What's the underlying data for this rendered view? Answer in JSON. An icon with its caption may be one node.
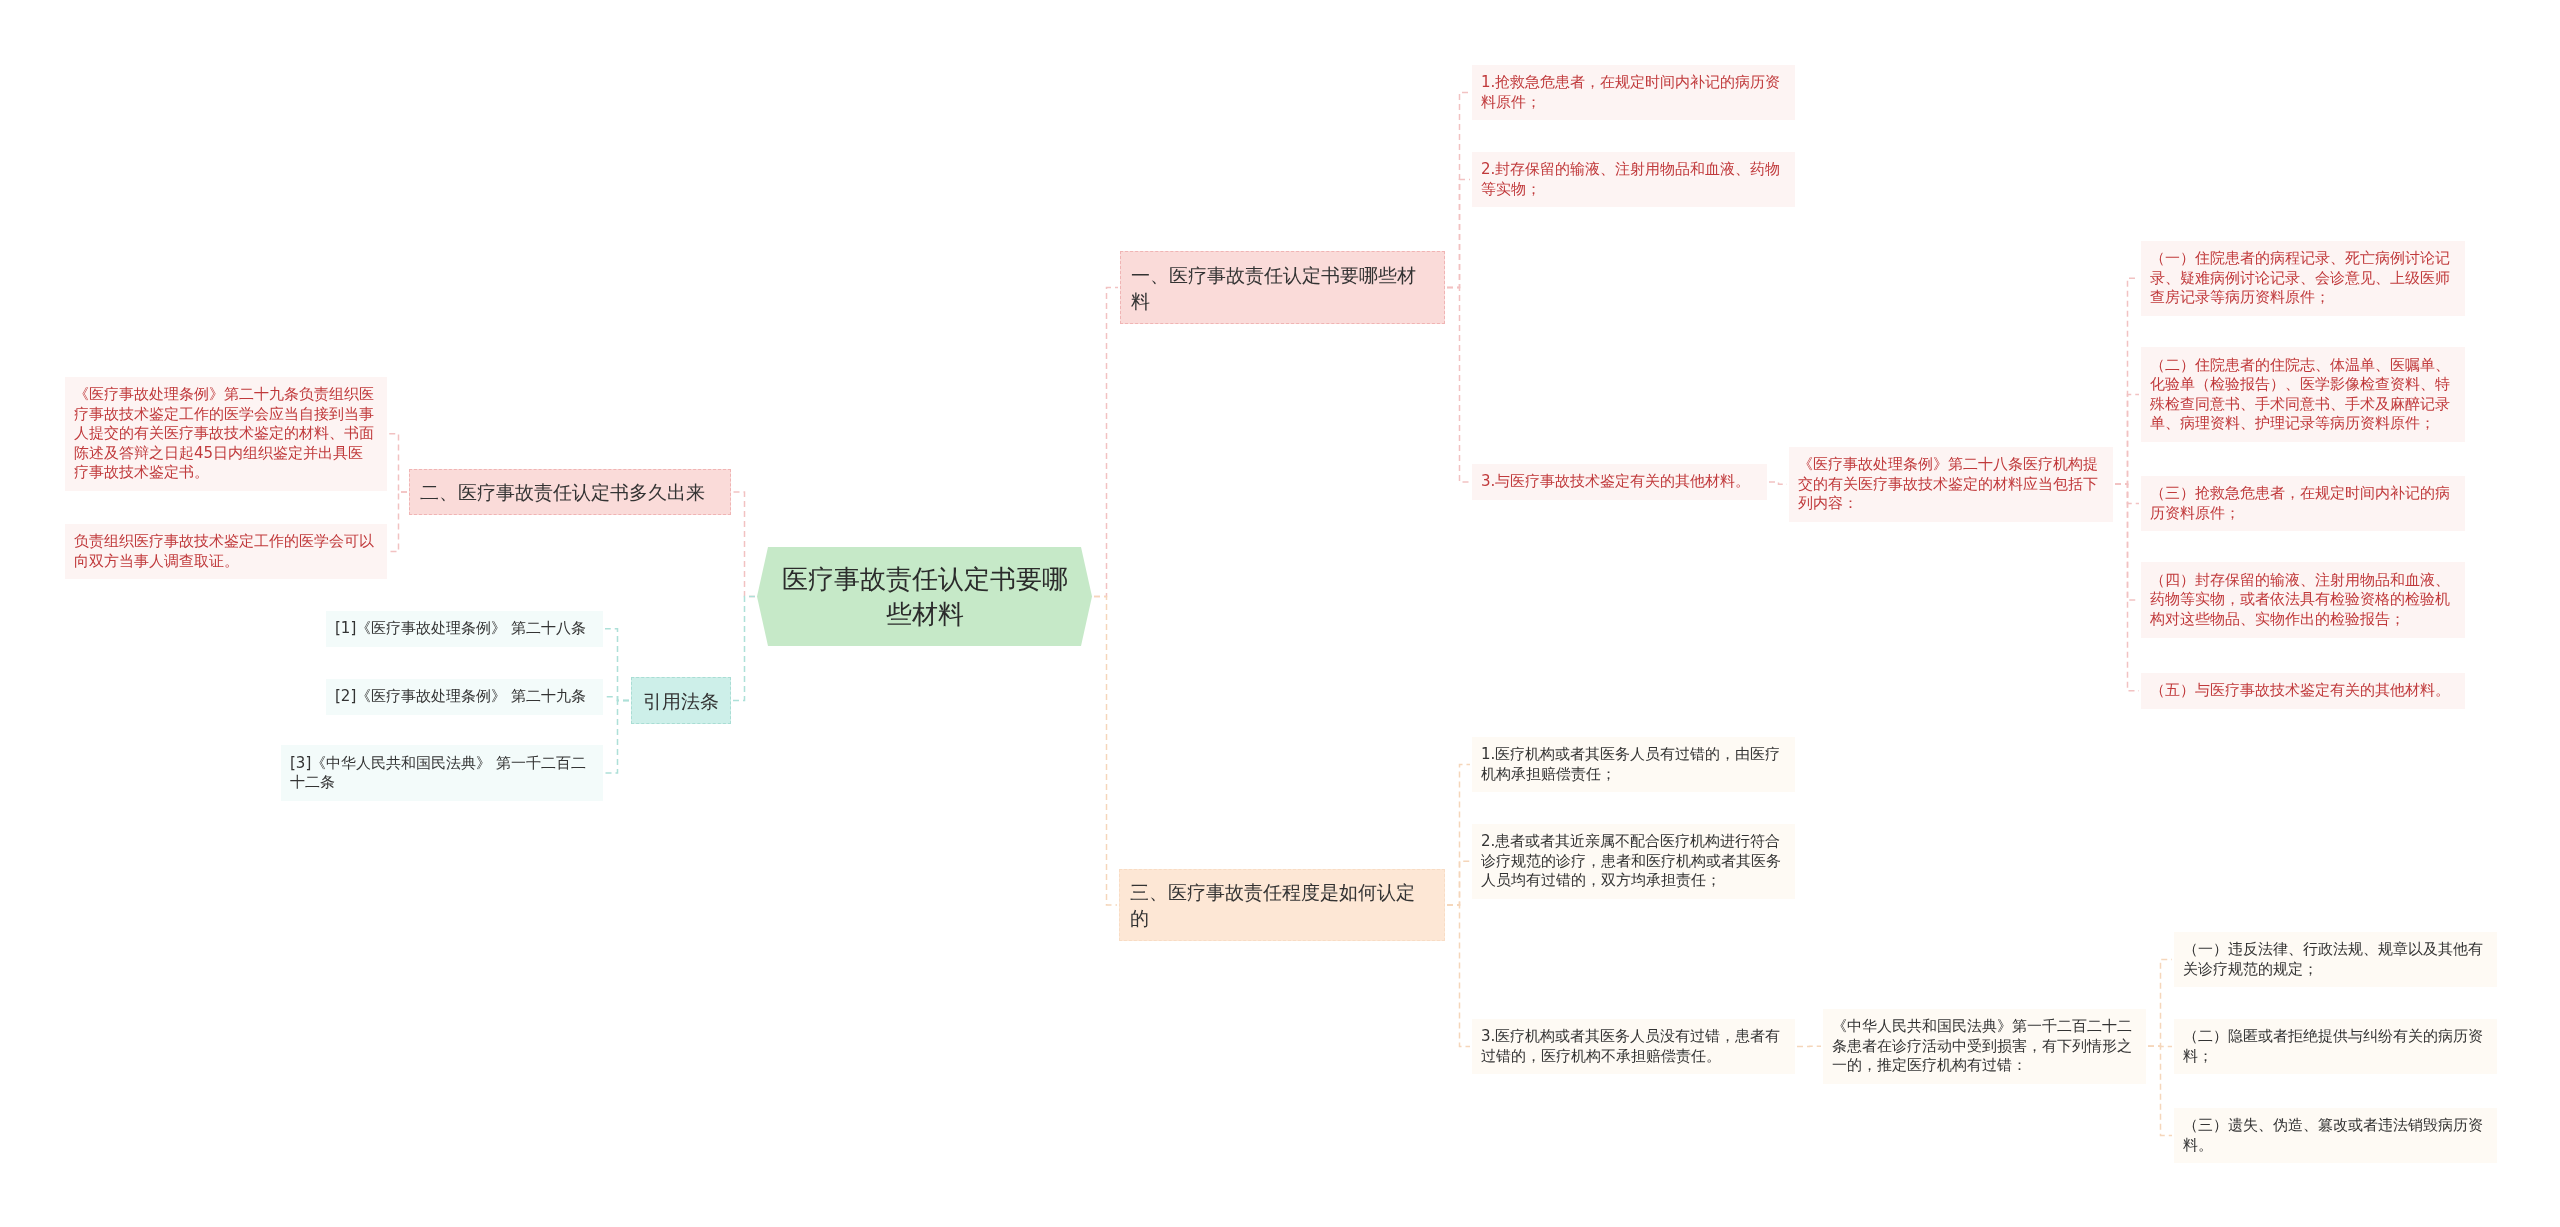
{
  "diagram": {
    "nodes": [
      {
        "text": [
          "医疗事故责任认定书要哪些材料"
        ]
      },
      {
        "text": [
          "一、医疗事故责任认定书要哪些材料"
        ]
      },
      {
        "text": [
          "1.抢救急危患者，在规定时间内补记的病历资料原件；"
        ]
      },
      {
        "text": [
          "2.封存保留的输液、注射用物品和血液、药物等实物；"
        ]
      },
      {
        "text": [
          "3.与医疗事故技术鉴定有关的其他材料。"
        ]
      },
      {
        "text": [
          "《医疗事故处理条例》第二十八条医疗机构提交的有关医疗事故技术鉴定的材料应当包括下列内容："
        ]
      },
      {
        "text": [
          "（一）住院患者的病程记录、死亡病例讨论记录、疑难病例讨论记录、会诊意见、上级医师查房记录等病历资料原件；"
        ]
      },
      {
        "text": [
          "（二）住院患者的住院志、体温单、医嘱单、化验单（检验报告）、医学影像检查资料、特殊检查同意书、手术同意书、手术及麻醉记录单、病理资料、护理记录等病历资料原件；"
        ]
      },
      {
        "text": [
          "（三）抢救急危患者，在规定时间内补记的病历资料原件；"
        ]
      },
      {
        "text": [
          "（四）封存保留的输液、注射用物品和血液、药物等实物，或者依法具有检验资格的检验机构对这些物品、实物作出的检验报告；"
        ]
      },
      {
        "text": [
          "（五）与医疗事故技术鉴定有关的其他材料。"
        ]
      },
      {
        "text": [
          "三、医疗事故责任程度是如何认定的"
        ]
      },
      {
        "text": [
          "1.医疗机构或者其医务人员有过错的，由医疗机构承担赔偿责任；"
        ]
      },
      {
        "text": [
          "2.患者或者其近亲属不配合医疗机构进行符合诊疗规范的诊疗，患者和医疗机构或者其医务人员均有过错的，双方均承担责任；"
        ]
      },
      {
        "text": [
          "3.医疗机构或者其医务人员没有过错，患者有过错的，医疗机构不承担赔偿责任。"
        ]
      },
      {
        "text": [
          "《中华人民共和国民法典》第一千二百二十二条患者在诊疗活动中受到损害，有下列情形之一的，推定医疗机构有过错："
        ]
      },
      {
        "text": [
          "（一）违反法律、行政法规、规章以及其他有关诊疗规范的规定；"
        ]
      },
      {
        "text": [
          "（二）隐匿或者拒绝提供与纠纷有关的病历资料；"
        ]
      },
      {
        "text": [
          "（三）遗失、伪造、篡改或者违法销毁病历资料。"
        ]
      },
      {
        "text": [
          "二、医疗事故责任认定书多久出来"
        ]
      },
      {
        "text": [
          "《医疗事故处理条例》第二十九条负责组织医疗事故技术鉴定工作的医学会应当自接到当事人提交的有关医疗事故技术鉴定的材料、书面陈述及答辩之日起45日内组织鉴定并出具医疗事故技术鉴定书。"
        ]
      },
      {
        "text": [
          "负责组织医疗事故技术鉴定工作的医学会可以向双方当事人调查取证。"
        ]
      },
      {
        "text": [
          "引用法条"
        ]
      },
      {
        "text": [
          "[1]《医疗事故处理条例》 第二十八条"
        ]
      },
      {
        "text": [
          "[2]《医疗事故处理条例》 第二十九条"
        ]
      },
      {
        "text": [
          "[3]《中华人民共和国民法典》 第一千二百二十二条"
        ]
      }
    ],
    "edges": [
      {
        "from": 0,
        "to": 1,
        "arrow": "none"
      },
      {
        "from": 1,
        "to": 2,
        "arrow": "none"
      },
      {
        "from": 1,
        "to": 3,
        "arrow": "none"
      },
      {
        "from": 1,
        "to": 4,
        "arrow": "none"
      },
      {
        "from": 4,
        "to": 5,
        "arrow": "none"
      },
      {
        "from": 5,
        "to": 6,
        "arrow": "none"
      },
      {
        "from": 5,
        "to": 7,
        "arrow": "none"
      },
      {
        "from": 5,
        "to": 8,
        "arrow": "none"
      },
      {
        "from": 5,
        "to": 9,
        "arrow": "none"
      },
      {
        "from": 5,
        "to": 10,
        "arrow": "none"
      },
      {
        "from": 0,
        "to": 11,
        "arrow": "none",
        "color": "#f5d6ba"
      },
      {
        "from": 11,
        "to": 12,
        "arrow": "none",
        "color": "#f5d6ba"
      },
      {
        "from": 11,
        "to": 13,
        "arrow": "none",
        "color": "#f5d6ba"
      },
      {
        "from": 11,
        "to": 14,
        "arrow": "none",
        "color": "#f5d6ba"
      },
      {
        "from": 14,
        "to": 15,
        "arrow": "none",
        "color": "#f5d6ba"
      },
      {
        "from": 15,
        "to": 16,
        "arrow": "none",
        "color": "#f5d6ba"
      },
      {
        "from": 15,
        "to": 17,
        "arrow": "none",
        "color": "#f5d6ba"
      },
      {
        "from": 15,
        "to": 18,
        "arrow": "none",
        "color": "#f5d6ba"
      },
      {
        "from": 0,
        "to": 19,
        "arrow": "none"
      },
      {
        "from": 19,
        "to": 20,
        "arrow": "none"
      },
      {
        "from": 19,
        "to": 21,
        "arrow": "none"
      },
      {
        "from": 0,
        "to": 22,
        "arrow": "none",
        "color": "#ade0d8"
      },
      {
        "from": 22,
        "to": 23,
        "arrow": "none",
        "color": "#ade0d8"
      },
      {
        "from": 22,
        "to": 24,
        "arrow": "none",
        "color": "#ade0d8"
      },
      {
        "from": 22,
        "to": 25,
        "arrow": "none",
        "color": "#ade0d8"
      }
    ]
  }
}
